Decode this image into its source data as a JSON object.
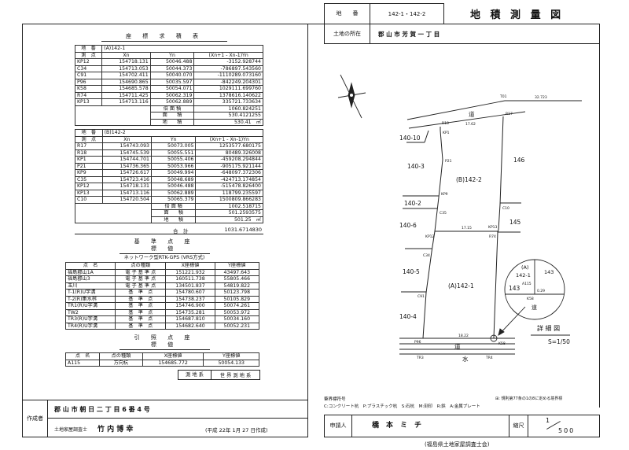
{
  "header": {
    "lot_label": "地　　番",
    "lot_value": "142-1・142-2",
    "title": "地 積 測 量 図",
    "location_label": "土地の所在",
    "location_value": "郡 山 市 芳 賀 一 丁 目"
  },
  "area_table_title": "座 標 求 積 表",
  "parcel_a": {
    "lot_label": "地　番",
    "lot": "(A)142-1",
    "headers": [
      "測　点",
      "Xn",
      "Yn",
      "(Xn+1 - Xn-1)Yn"
    ],
    "rows": [
      [
        "KP12",
        "154718.131",
        "50046.488",
        "-3152.928744"
      ],
      [
        "C34",
        "154713.053",
        "50044.373",
        "-786897.543560"
      ],
      [
        "C91",
        "154702.411",
        "50040.070",
        "-1110289.073160"
      ],
      [
        "P96",
        "154690.865",
        "50035.597",
        "-842249.204301"
      ],
      [
        "K58",
        "154685.578",
        "50054.071",
        "1029111.699760"
      ],
      [
        "R74",
        "154711.425",
        "50062.319",
        "1378616.140622"
      ],
      [
        "KP13",
        "154713.116",
        "50062.889",
        "335721.733634"
      ]
    ],
    "totals": [
      [
        "倍 面 積",
        "1060.824251"
      ],
      [
        "面　　積",
        "530.4121255"
      ],
      [
        "地　　積",
        "530.41　㎡"
      ]
    ]
  },
  "parcel_b": {
    "lot_label": "地　番",
    "lot": "(B)142-2",
    "headers": [
      "測　点",
      "Xn",
      "Yn",
      "(Xn+1 - Xn-1)Yn"
    ],
    "rows": [
      [
        "R17",
        "154743.093",
        "50073.005",
        "1253577.680175"
      ],
      [
        "R18",
        "154745.539",
        "50055.551",
        "80489.326008"
      ],
      [
        "KP1",
        "154744.701",
        "50055.406",
        "-459208.294844"
      ],
      [
        "P21",
        "154736.365",
        "50053.966",
        "-905175.921144"
      ],
      [
        "KP9",
        "154726.617",
        "50049.994",
        "-648097.372306"
      ],
      [
        "C35",
        "154723.416",
        "50048.689",
        "-424713.174854"
      ],
      [
        "KP12",
        "154718.131",
        "50046.488",
        "-515478.826400"
      ],
      [
        "KP13",
        "154713.116",
        "50062.889",
        "118799.235597"
      ],
      [
        "C10",
        "154720.504",
        "50065.379",
        "1500809.866283"
      ]
    ],
    "totals": [
      [
        "倍 面 積",
        "1002.518715"
      ],
      [
        "面　　積",
        "501.2593575"
      ],
      [
        "地　　積",
        "501.25　㎡"
      ]
    ]
  },
  "grand_total": {
    "label": "合　計",
    "value": "1031.6714830"
  },
  "reference_points": {
    "title": "基 準 点 座 標 値",
    "subtitle": "ネットワーク型RTK-GPS (VRS方式)",
    "headers": [
      "点　名",
      "点の種類",
      "X座標値",
      "Y座標値"
    ],
    "rows": [
      [
        "福島郡山1A",
        "電 子 基 準 点",
        "151221.932",
        "43497.643"
      ],
      [
        "福島郡山3",
        "電 子 基 準 点",
        "160511.738",
        "55805.466"
      ],
      [
        "玉川",
        "電 子 基 準 点",
        "134501.837",
        "54819.822"
      ],
      [
        "T-1(R)U字溝",
        "基　準　点",
        "154780.607",
        "50123.798"
      ],
      [
        "T-2(R)集水桝",
        "基　準　点",
        "154738.237",
        "50105.829"
      ],
      [
        "TR1(R)U字溝",
        "基　準　点",
        "154746.900",
        "50074.261"
      ],
      [
        "TW2",
        "基　準　点",
        "154735.281",
        "50053.972"
      ],
      [
        "TR3(R)U字溝",
        "基　準　点",
        "154687.810",
        "50034.160"
      ],
      [
        "TR4(R)U字溝",
        "基　準　点",
        "154682.640",
        "50052.231"
      ]
    ]
  },
  "witness_points": {
    "title": "引 照 点 座 標 値",
    "headers": [
      "点　名",
      "点の種類",
      "X座標値",
      "Y座標値"
    ],
    "rows": [
      [
        "A115",
        "方向杭",
        "154685.772",
        "50054.133"
      ]
    ]
  },
  "datum": {
    "label": "測 地 系",
    "value": "世 界 測 地 系"
  },
  "creator": {
    "label": "作成者",
    "address": "郡 山 市 朝 日 二 丁 目 6 番 4 号",
    "title": "土地家屋調査士",
    "name": "竹 内 博 幸",
    "date": "(平成 22年 1月 27 日作成)"
  },
  "map": {
    "road": "道",
    "water": "水",
    "lot_b": "(B)142-2",
    "lot_a": "(A)142-1",
    "neighbors": [
      "140-10",
      "140-3",
      "140-2",
      "140-6",
      "140-5",
      "140-4",
      "146",
      "145",
      "143"
    ],
    "distances": [
      "32.723",
      "17.62",
      "17.15",
      "18.22"
    ],
    "points": [
      "T01",
      "R18",
      "R17",
      "KP1",
      "P21",
      "KP9",
      "C35",
      "KP12",
      "KP13",
      "C10",
      "R74",
      "C34",
      "C91",
      "P96",
      "K58",
      "TR3",
      "TR4"
    ],
    "detail": {
      "lot_a": "(A)",
      "lot_a_num": "142-1",
      "neighbor": "143",
      "road": "道",
      "point": "A115",
      "kpoint": "K58",
      "dist": "0.29",
      "title": "詳 細 図",
      "scale": "S=1/50"
    }
  },
  "legend": {
    "title": "筆界標符号",
    "items": "C:コンクリート杭　P:プラスチック杭　S:石杭　M:刻印　R:鋲　A:金属プレート",
    "note": "⊞: 規則第77条の1の8に定める境界標"
  },
  "applicant": {
    "label": "申請人",
    "name": "橋　本　ミ　チ",
    "scale_label": "縮尺",
    "scale_num": "1",
    "scale_den": "500"
  },
  "footer": "(福島県土地家屋調査士会)"
}
